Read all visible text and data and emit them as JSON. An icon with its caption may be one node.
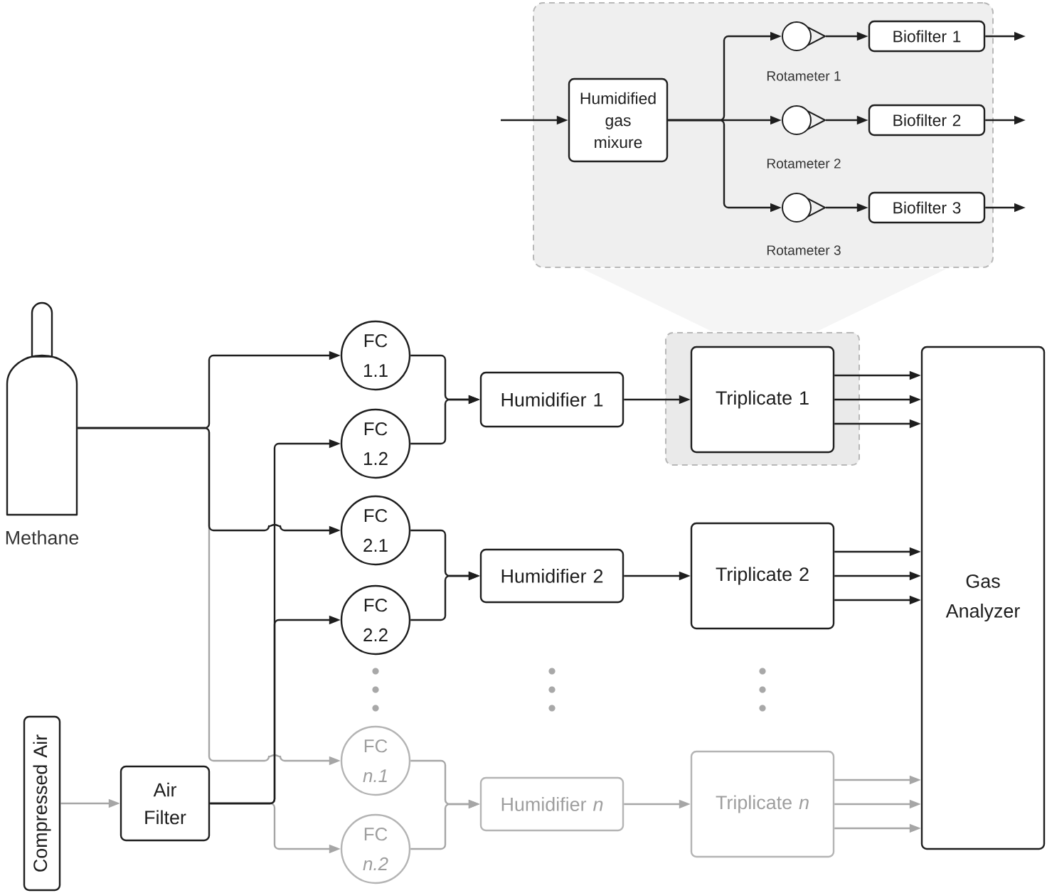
{
  "diagram": {
    "nodes": [
      {
        "text": [],
        "shape": "box"
      },
      {
        "text": [
          "Humidified gas mixure"
        ],
        "in": 0
      },
      {
        "text": [],
        "shape": "circle",
        "beside": [
          "Rotameter 1"
        ],
        "in": 0
      },
      {
        "text": [
          "Biofilter 1"
        ],
        "in": 0
      },
      {
        "text": [],
        "shape": "circle",
        "beside": [
          "Rotameter 2"
        ],
        "in": 0
      },
      {
        "text": [
          "Biofilter 2"
        ],
        "in": 0
      },
      {
        "text": [],
        "shape": "circle",
        "beside": [
          "Rotameter 3"
        ],
        "in": 0
      },
      {
        "text": [
          "Biofilter 3"
        ],
        "in": 0
      },
      {
        "text": [],
        "shape": "cylinder",
        "beside": [
          "Methane"
        ]
      },
      {
        "text": [
          "FC 1.1"
        ]
      },
      {
        "text": [
          "FC 1.2"
        ]
      },
      {
        "text": [
          "Humidifier 1"
        ]
      },
      {
        "text": [],
        "shape": "box"
      },
      {
        "text": [
          "Triplicate 1"
        ],
        "in": 12
      },
      {
        "text": [
          "Gas Analyzer"
        ]
      },
      {
        "text": [
          "FC 2.1"
        ]
      },
      {
        "text": [
          "FC 2.2"
        ]
      },
      {
        "text": [
          "Humidifier 2"
        ]
      },
      {
        "text": [
          "Triplicate 2"
        ]
      },
      {
        "text": [
          "Compressed Air"
        ]
      },
      {
        "text": [
          "Air Filter"
        ]
      },
      {
        "text": [
          "FC *n.1*"
        ]
      },
      {
        "text": [
          "FC *n.2*"
        ]
      },
      {
        "text": [
          "Humidifier *n*"
        ]
      },
      {
        "text": [
          "Triplicate *n*"
        ]
      }
    ],
    "edges": [
      {
        "from": null,
        "to": 1,
        "arrow": "to"
      },
      {
        "from": 1,
        "to": 2,
        "arrow": "to"
      },
      {
        "from": 1,
        "to": 4,
        "arrow": "to"
      },
      {
        "from": 1,
        "to": 6,
        "arrow": "to"
      },
      {
        "from": 2,
        "to": 3,
        "arrow": "to"
      },
      {
        "from": 4,
        "to": 5,
        "arrow": "to"
      },
      {
        "from": 6,
        "to": 7,
        "arrow": "to"
      },
      {
        "from": 3,
        "to": null,
        "arrow": "to"
      },
      {
        "from": 5,
        "to": null,
        "arrow": "to"
      },
      {
        "from": 7,
        "to": null,
        "arrow": "to"
      },
      {
        "from": 8,
        "to": 9,
        "arrow": "to"
      },
      {
        "from": 8,
        "to": 15,
        "arrow": "to"
      },
      {
        "from": 8,
        "to": 21,
        "arrow": "to",
        "color": "#a6a6a6"
      },
      {
        "from": 20,
        "to": 10,
        "arrow": "to"
      },
      {
        "from": 20,
        "to": 16,
        "arrow": "to"
      },
      {
        "from": 20,
        "to": 22,
        "arrow": "to",
        "color": "#a6a6a6"
      },
      {
        "from": 19,
        "to": 20,
        "arrow": "to",
        "color": "#a6a6a6"
      },
      {
        "from": 9,
        "to": 11,
        "arrow": "to"
      },
      {
        "from": 10,
        "to": 11,
        "arrow": "to"
      },
      {
        "from": 15,
        "to": 17,
        "arrow": "to"
      },
      {
        "from": 16,
        "to": 17,
        "arrow": "to"
      },
      {
        "from": 21,
        "to": 23,
        "arrow": "to",
        "color": "#a6a6a6"
      },
      {
        "from": 22,
        "to": 23,
        "arrow": "to",
        "color": "#a6a6a6"
      },
      {
        "from": 11,
        "to": 13,
        "arrow": "to"
      },
      {
        "from": 17,
        "to": 18,
        "arrow": "to"
      },
      {
        "from": 23,
        "to": 24,
        "arrow": "to",
        "color": "#a6a6a6"
      },
      {
        "from": 13,
        "to": 14,
        "arrow": "to"
      },
      {
        "from": 13,
        "to": 14,
        "arrow": "to"
      },
      {
        "from": 13,
        "to": 14,
        "arrow": "to"
      },
      {
        "from": 18,
        "to": 14,
        "arrow": "to"
      },
      {
        "from": 18,
        "to": 14,
        "arrow": "to"
      },
      {
        "from": 18,
        "to": 14,
        "arrow": "to"
      },
      {
        "from": 24,
        "to": 14,
        "arrow": "to",
        "color": "#a6a6a6"
      },
      {
        "from": 24,
        "to": 14,
        "arrow": "to",
        "color": "#a6a6a6"
      },
      {
        "from": 24,
        "to": 14,
        "arrow": "to",
        "color": "#a6a6a6"
      },
      {
        "from": 12,
        "to": 0,
        "arrow": "none",
        "color": "#f5f5f5"
      }
    ]
  }
}
